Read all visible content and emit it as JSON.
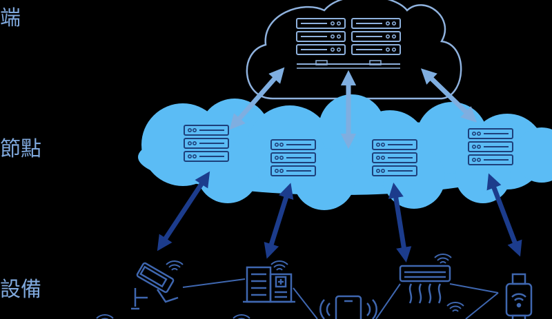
{
  "labels": {
    "cloud": "端",
    "fog": "節點",
    "devices": "設備"
  },
  "colors": {
    "background": "#000000",
    "label_text": "#7fa8dc",
    "cloud_outline": "#8fb2de",
    "fog_fill": "#5bbcf5",
    "server_icon": "#1d3f7a",
    "arrow_light": "#7faee0",
    "arrow_dark": "#1c3c8c",
    "device_icon": "#3f67b0"
  },
  "devices": [
    {
      "name": "security-camera",
      "icon": "cctv-camera-icon"
    },
    {
      "name": "hospital",
      "icon": "hospital-building-icon"
    },
    {
      "name": "smartphone",
      "icon": "smartphone-icon"
    },
    {
      "name": "air-conditioner",
      "icon": "air-conditioner-icon"
    },
    {
      "name": "smartwatch",
      "icon": "smartwatch-icon"
    }
  ]
}
